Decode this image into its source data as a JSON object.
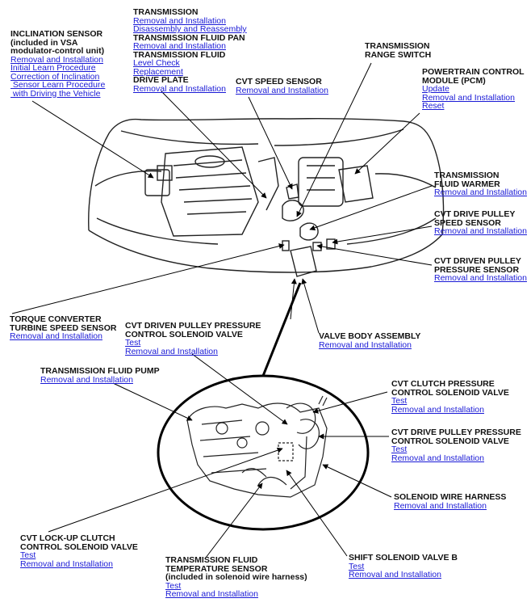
{
  "labels": {
    "inclination": {
      "title": [
        "INCLINATION SENSOR",
        "(included in VSA",
        "modulator-control unit)"
      ],
      "links": [
        "Removal and Installation",
        "Initial Learn Procedure",
        "Correction of Inclination",
        " Sensor Learn Procedure",
        " with Driving the Vehicle"
      ]
    },
    "transmission": {
      "title": [
        "TRANSMISSION"
      ],
      "links": [
        "Removal and Installation",
        "Disassembly and Reassembly"
      ]
    },
    "fluid_pan": {
      "title": [
        "TRANSMISSION FLUID PAN"
      ],
      "links": [
        "Removal and Installation"
      ]
    },
    "fluid": {
      "title": [
        "TRANSMISSION FLUID"
      ],
      "links": [
        "Level Check",
        "Replacement"
      ]
    },
    "drive_plate": {
      "title": [
        "DRIVE PLATE"
      ],
      "links": [
        "Removal and Installation"
      ]
    },
    "cvt_speed": {
      "title": [
        "CVT SPEED SENSOR"
      ],
      "links": [
        "Removal and Installation"
      ]
    },
    "range_switch": {
      "title": [
        "TRANSMISSION",
        "RANGE SWITCH"
      ],
      "links": []
    },
    "pcm": {
      "title": [
        "POWERTRAIN CONTROL",
        "MODULE (PCM)"
      ],
      "links": [
        "Update",
        "Removal and Installation",
        "Reset"
      ]
    },
    "fluid_warmer": {
      "title": [
        "TRANSMISSION",
        "FLUID WARMER"
      ],
      "links": [
        "Removal and Installation"
      ]
    },
    "drive_pulley_speed": {
      "title": [
        "CVT DRIVE PULLEY",
        "SPEED SENSOR"
      ],
      "links": [
        "Removal and Installation"
      ]
    },
    "driven_pulley_pressure": {
      "title": [
        "CVT DRIVEN PULLEY",
        "PRESSURE SENSOR"
      ],
      "links": [
        "Removal and Installation"
      ]
    },
    "torque_converter": {
      "title": [
        "TORQUE CONVERTER",
        "TURBINE SPEED SENSOR"
      ],
      "links": [
        "Removal and Installation"
      ]
    },
    "driven_pulley_solenoid": {
      "title": [
        "CVT DRIVEN PULLEY PRESSURE",
        "CONTROL SOLENOID VALVE"
      ],
      "links": [
        "Test",
        "Removal and Installation"
      ]
    },
    "valve_body": {
      "title": [
        "VALVE BODY ASSEMBLY"
      ],
      "links": [
        "Removal and Installation"
      ]
    },
    "fluid_pump": {
      "title": [
        "TRANSMISSION FLUID PUMP"
      ],
      "links": [
        "Removal and Installation"
      ]
    },
    "clutch_solenoid": {
      "title": [
        "CVT CLUTCH PRESSURE",
        "CONTROL SOLENOID VALVE"
      ],
      "links": [
        "Test",
        "Removal and Installation"
      ]
    },
    "drive_pulley_solenoid": {
      "title": [
        "CVT DRIVE PULLEY PRESSURE",
        "CONTROL SOLENOID VALVE"
      ],
      "links": [
        "Test",
        "Removal and Installation"
      ]
    },
    "wire_harness": {
      "title": [
        "SOLENOID WIRE HARNESS"
      ],
      "links": [
        "Removal and Installation"
      ]
    },
    "lockup_solenoid": {
      "title": [
        "CVT LOCK-UP CLUTCH",
        "CONTROL SOLENOID VALVE"
      ],
      "links": [
        "Test",
        "Removal and Installation"
      ]
    },
    "temp_sensor": {
      "title": [
        "TRANSMISSION FLUID",
        "TEMPERATURE SENSOR",
        "(included in solenoid wire harness)"
      ],
      "links": [
        "Test",
        "Removal and Installation"
      ]
    },
    "shift_solenoid_b": {
      "title": [
        "SHIFT SOLENOID VALVE B"
      ],
      "links": [
        "Test",
        "Removal and Installation"
      ]
    }
  }
}
